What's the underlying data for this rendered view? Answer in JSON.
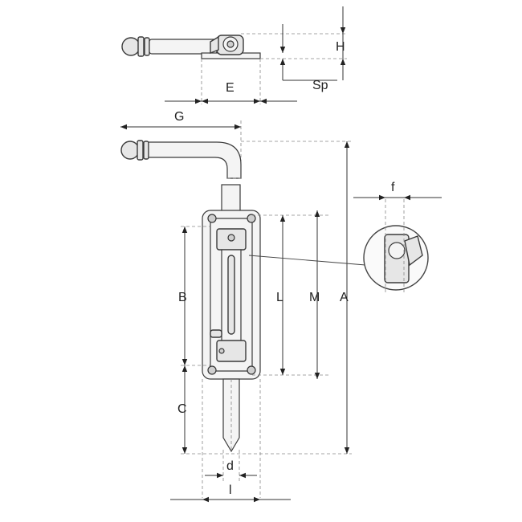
{
  "title": "",
  "dimensions": {
    "H": "H",
    "Sp": "Sp",
    "E": "E",
    "G": "G",
    "f": "f",
    "A": "A",
    "M": "M",
    "L": "L",
    "B": "B",
    "C": "C",
    "d": "d",
    "l": "l"
  },
  "colors": {
    "line": "#333333",
    "part_fill": "#e6e6e6",
    "hidden_line": "#888888"
  }
}
